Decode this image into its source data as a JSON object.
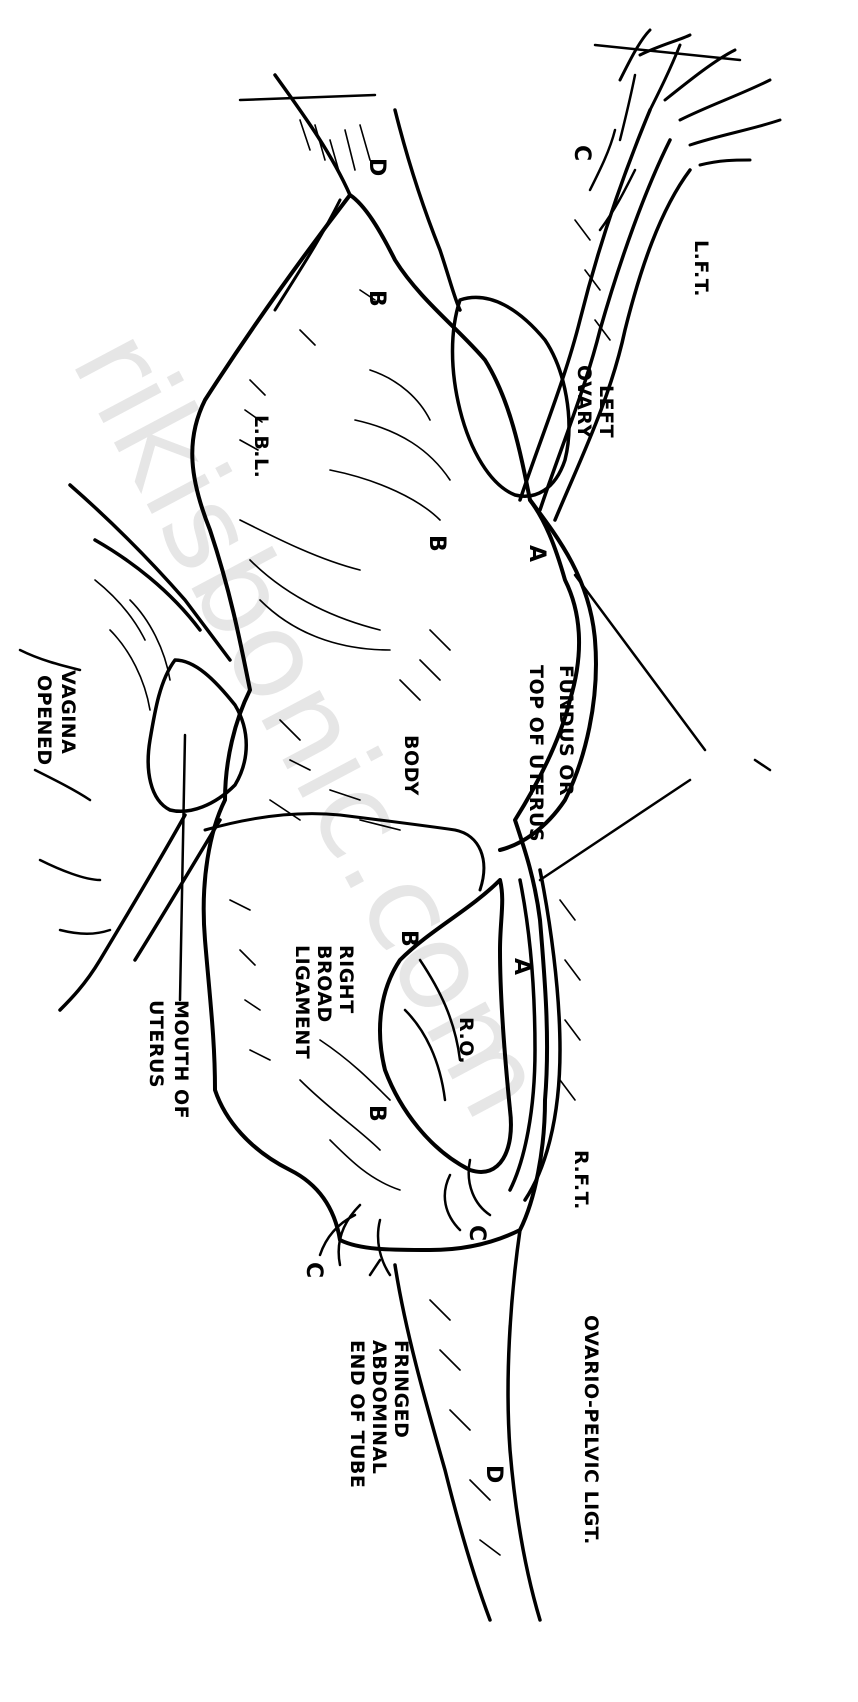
{
  "diagram": {
    "labels": {
      "c_top": "C",
      "left_fallopian_tube": "L.F.T.",
      "left_ovary": [
        "LEFT",
        "OVARY"
      ],
      "d_top": "D",
      "b_upper": "B",
      "left_broad_ligament": "L.B.L.",
      "b_mid": "B",
      "a_top": "A",
      "fundus": [
        "FUNDUS OR",
        "TOP OF UTERUS"
      ],
      "body": "BODY",
      "vagina": [
        "VAGINA",
        "OPENED"
      ],
      "b_lower1": "B",
      "a_lower": "A",
      "right_broad_ligament": [
        "RIGHT",
        "BROAD",
        "LIGAMENT"
      ],
      "mouth_of_uterus": [
        "MOUTH OF",
        "UTERUS"
      ],
      "right_ovary": "R.O.",
      "b_lower2": "B",
      "right_fallopian_tube": "R.F.T.",
      "c_lower1": "C",
      "c_lower2": "C",
      "ovario_pelvic": "OVARIO-PELVIC LIGT.",
      "fringed_end": [
        "FRINGED",
        "ABDOMINAL",
        "END OF TUBE"
      ],
      "d_lower": "D"
    },
    "watermark": "rikisbonic.com",
    "ink_color": "#000000",
    "watermark_color": "#e6e6e6"
  }
}
